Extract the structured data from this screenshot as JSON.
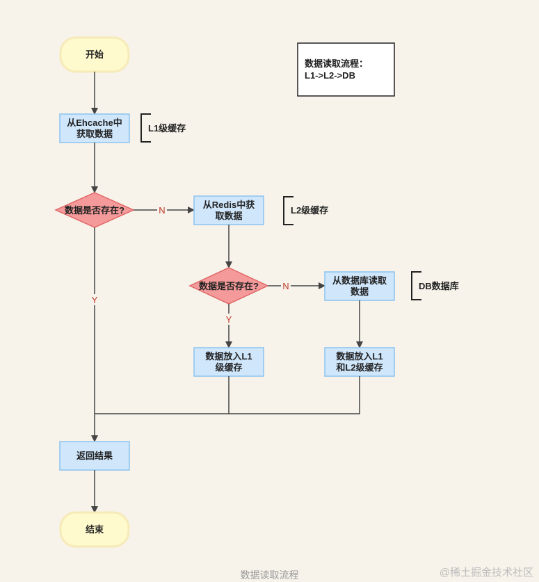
{
  "nodes": {
    "start": "开始",
    "end": "结束",
    "ehcache": [
      "从Ehcache中",
      "获取数据"
    ],
    "check1": "数据是否存在?",
    "redis": [
      "从Redis中获",
      "取数据"
    ],
    "check2": "数据是否存在?",
    "db": [
      "从数据库读取",
      "数据"
    ],
    "put_l1": [
      "数据放入L1",
      "级缓存"
    ],
    "put_l1_l2": [
      "数据放入L1",
      "和L2级缓存"
    ],
    "return": "返回结果"
  },
  "brackets": {
    "l1": "L1级缓存",
    "l2": "L2级缓存",
    "db": "DB数据库"
  },
  "edge_labels": {
    "no1": "N",
    "yes1": "Y",
    "no2": "N",
    "yes2": "Y"
  },
  "note": {
    "line1": "数据读取流程：",
    "line2": "L1->L2->DB"
  },
  "caption": "数据读取流程",
  "watermark": "@稀土掘金技术社区",
  "colors": {
    "background": "#f7f3ea",
    "terminal_fill": "#fffacd",
    "terminal_stroke": "#f3e5a5",
    "process_fill": "#cfe6fb",
    "process_stroke": "#8cc3ef",
    "decision_fill": "#f59a9a",
    "decision_stroke": "#e06666",
    "line": "#444444",
    "edge_label": "#c0392b"
  }
}
